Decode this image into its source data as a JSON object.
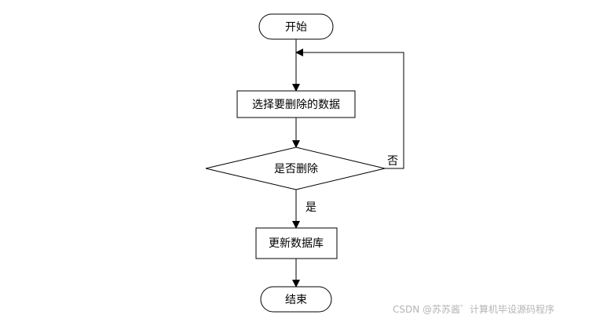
{
  "diagram": {
    "nodes": {
      "start": "开始",
      "select_data": "选择要删除的数据",
      "decision_delete": "是否删除",
      "update_db": "更新数据库",
      "end": "结束"
    },
    "edges": {
      "no_label": "否",
      "yes_label": "是"
    }
  },
  "watermark": "CSDN @苏苏酱゛计算机毕设源码程序"
}
